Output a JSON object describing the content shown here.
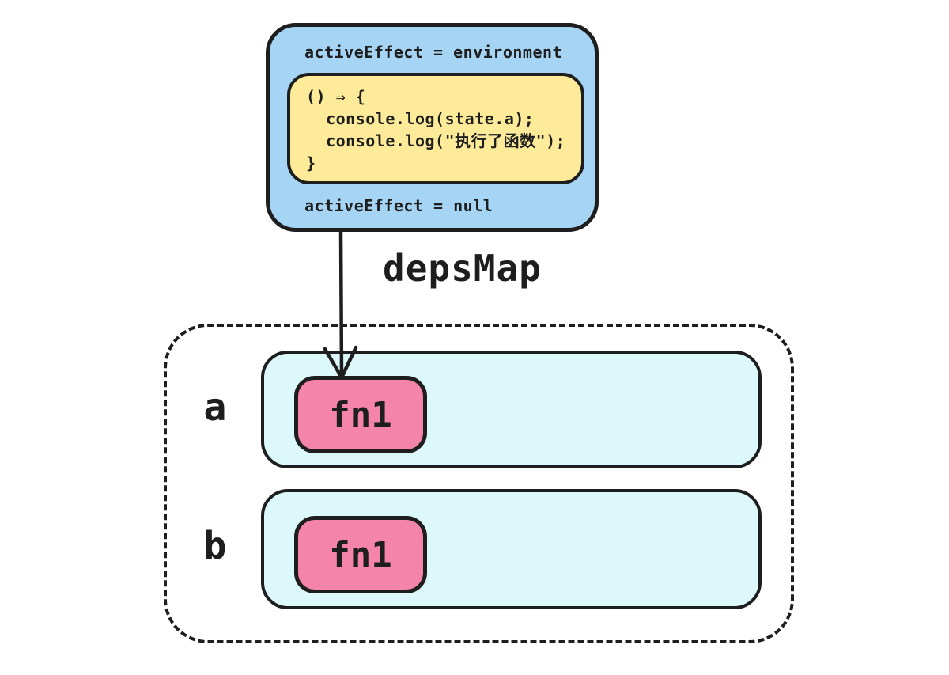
{
  "colors": {
    "stroke": "#1e1e1e",
    "effect_box_fill": "#a5d4f4",
    "function_box_fill": "#fdeb9a",
    "dep_set_fill": "#ddf8fa",
    "dep_item_fill": "#f584ab",
    "background": "#ffffff"
  },
  "effect_box": {
    "top_label": "activeEffect = environment",
    "bottom_label": "activeEffect = null",
    "code_lines": [
      "() ⇒ {",
      "  console.log(state.a);",
      "  console.log(\"执行了函数\");",
      "}"
    ]
  },
  "arrow": {
    "label": "depsMap",
    "direction": "down"
  },
  "deps_map": {
    "rows": [
      {
        "key": "a",
        "deps": [
          "fn1"
        ]
      },
      {
        "key": "b",
        "deps": [
          "fn1"
        ]
      }
    ]
  }
}
